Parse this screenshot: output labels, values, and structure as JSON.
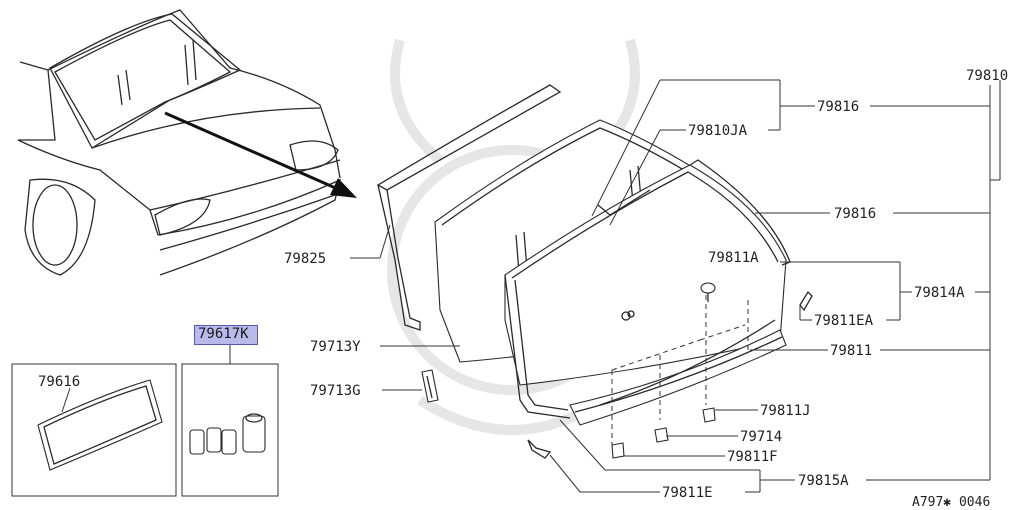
{
  "diagram": {
    "highlighted_part": "79617K",
    "drawing_code": "A797✱ 0046",
    "labels": {
      "p79810": "79810",
      "p79816_top": "79816",
      "p79810ja": "79810JA",
      "p79816_mid": "79816",
      "p79825": "79825",
      "p79811a": "79811A",
      "p79814a": "79814A",
      "p79811ea": "79811EA",
      "p79713y": "79713Y",
      "p79811": "79811",
      "p79713g": "79713G",
      "p79811j": "79811J",
      "p79714": "79714",
      "p79811f": "79811F",
      "p79811e": "79811E",
      "p79815a": "79815A",
      "p79616": "79616"
    }
  }
}
